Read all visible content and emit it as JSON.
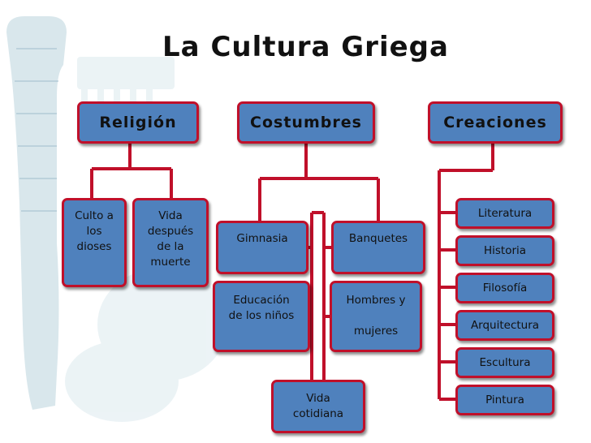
{
  "title": "La Cultura Griega",
  "colors": {
    "box_fill": "#4f81bd",
    "box_border": "#c0102a",
    "connector": "#c0102a",
    "watermark": "#b9d3dd"
  },
  "categories": {
    "religion": "Religión",
    "costumbres": "Costumbres",
    "creaciones": "Creaciones"
  },
  "religion_items": {
    "culto": "Culto  a\nlos\ndioses",
    "vida_despues": "Vida\ndespués\nde la\nmuerte"
  },
  "costumbres_items": {
    "gimnasia": "Gimnasia",
    "banquetes": "Banquetes",
    "educacion": "Educación\nde los niños",
    "hombres_mujeres": "Hombres y\n\nmujeres",
    "vida_cotidiana": "Vida\ncotidiana"
  },
  "creaciones_items": [
    "Literatura",
    "Historia",
    "Filosofía",
    "Arquitectura",
    "Escultura",
    "Pintura"
  ]
}
